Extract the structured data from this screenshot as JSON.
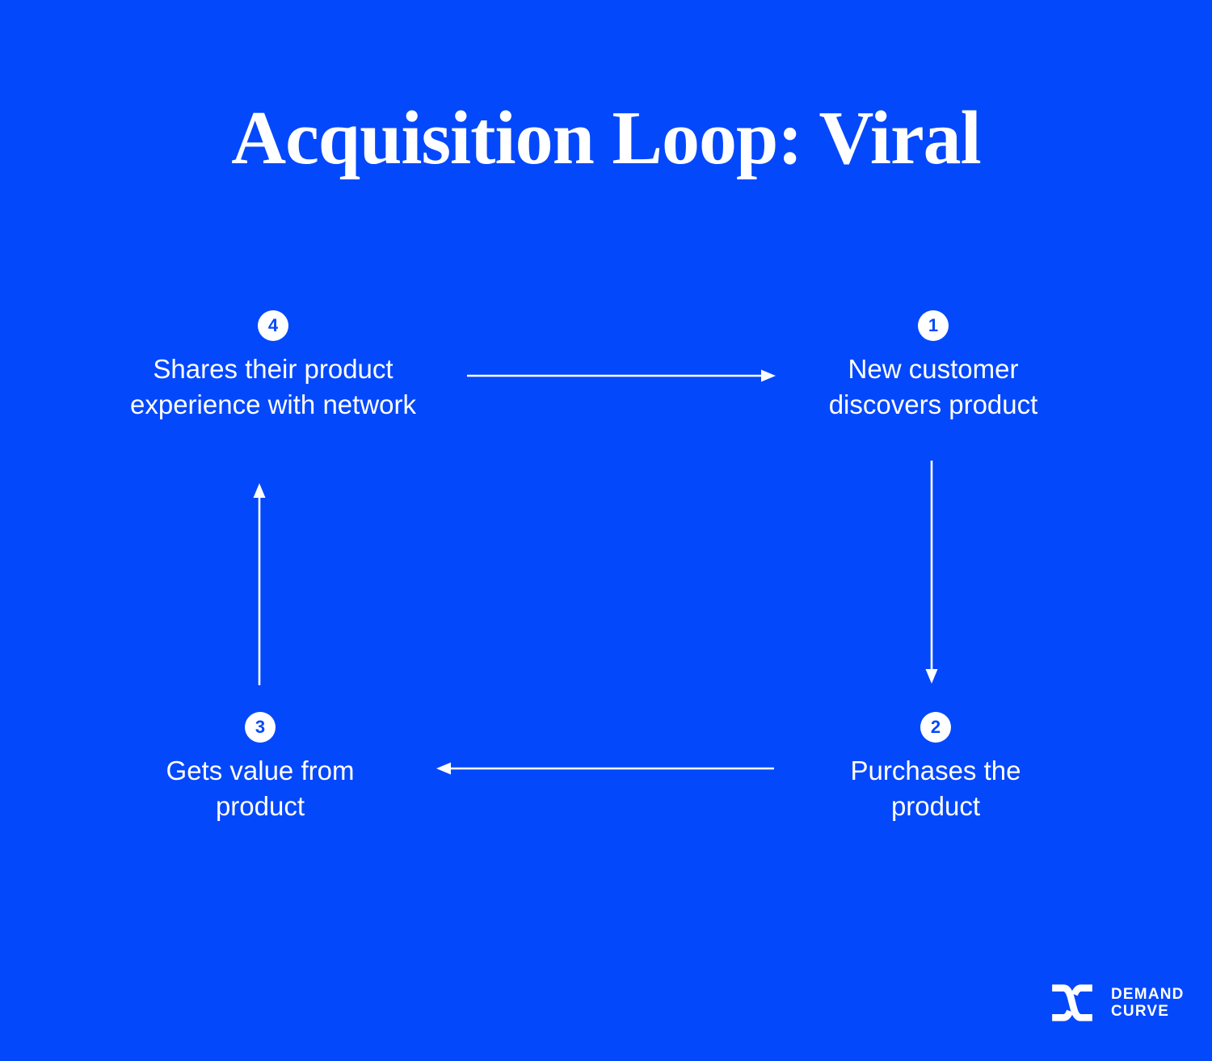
{
  "colors": {
    "background": "#0448FB",
    "text": "#FFFFFF",
    "badge_background": "#FFFFFF",
    "badge_number": "#0448FB",
    "arrow": "#FFFFFF"
  },
  "title": "Acquisition Loop: Viral",
  "steps": [
    {
      "number": "1",
      "label": "New customer discovers product",
      "position": "top-right"
    },
    {
      "number": "2",
      "label": "Purchases the product",
      "position": "bottom-right"
    },
    {
      "number": "3",
      "label": "Gets value from product",
      "position": "bottom-left"
    },
    {
      "number": "4",
      "label": "Shares their product experience with network",
      "position": "top-left"
    }
  ],
  "arrows": [
    {
      "name": "arrow-right-icon",
      "from": "step-4",
      "to": "step-1",
      "direction": "right"
    },
    {
      "name": "arrow-down-icon",
      "from": "step-1",
      "to": "step-2",
      "direction": "down"
    },
    {
      "name": "arrow-left-icon",
      "from": "step-2",
      "to": "step-3",
      "direction": "left"
    },
    {
      "name": "arrow-up-icon",
      "from": "step-3",
      "to": "step-4",
      "direction": "up"
    }
  ],
  "logo": {
    "mark": "demand-curve-monogram",
    "line1": "DEMAND",
    "line2": "CURVE"
  }
}
